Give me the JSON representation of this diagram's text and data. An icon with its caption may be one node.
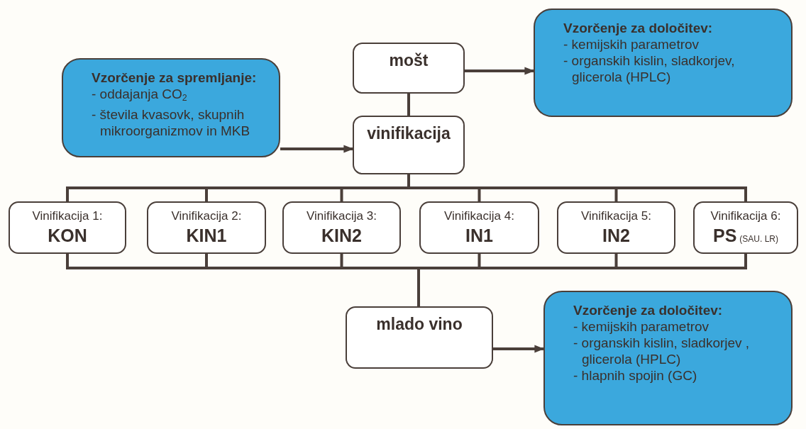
{
  "diagram": {
    "nodes": [
      {
        "text": [
          "mošt"
        ]
      },
      {
        "text": [
          "Vzorčenje za določitev:",
          "- kemijskih parametrov",
          "- organskih kislin, sladkorjev, glicerola (HPLC)"
        ]
      },
      {
        "text": [
          "Vzorčenje za spremljanje:",
          "- oddajanja CO$_{2}$",
          "- števila kvasovk, skupnih mikroorganizmov in MKB"
        ]
      },
      {
        "text": [
          "vinifikacija"
        ]
      },
      {
        "text": [
          "Vinifikacija 1:",
          "KON"
        ]
      },
      {
        "text": [
          "Vinifikacija 2:",
          "KIN1"
        ]
      },
      {
        "text": [
          "Vinifikacija 3:",
          "KIN2"
        ]
      },
      {
        "text": [
          "Vinifikacija 4:",
          "IN1"
        ]
      },
      {
        "text": [
          "Vinifikacija 5:",
          "IN2"
        ]
      },
      {
        "text": [
          "Vinifikacija 6:",
          "PS",
          "(SAU. LR)"
        ]
      },
      {
        "text": [
          "mlado vino"
        ]
      },
      {
        "text": [
          "Vzorčenje za določitev:",
          "- kemijskih parametrov",
          "- organskih kislin, sladkorjev , glicerola (HPLC)",
          "- hlapnih spojin (GC)"
        ]
      }
    ],
    "edges": [
      {
        "from": 0,
        "to": 1,
        "arrow": "to"
      },
      {
        "from": 0,
        "to": 3,
        "arrow": "none"
      },
      {
        "from": 2,
        "to": 3,
        "arrow": "to"
      },
      {
        "from": 3,
        "to": 4,
        "arrow": "none"
      },
      {
        "from": 3,
        "to": 5,
        "arrow": "none"
      },
      {
        "from": 3,
        "to": 6,
        "arrow": "none"
      },
      {
        "from": 3,
        "to": 7,
        "arrow": "none"
      },
      {
        "from": 3,
        "to": 8,
        "arrow": "none"
      },
      {
        "from": 3,
        "to": 9,
        "arrow": "none"
      },
      {
        "from": 4,
        "to": 10,
        "arrow": "none"
      },
      {
        "from": 5,
        "to": 10,
        "arrow": "none"
      },
      {
        "from": 6,
        "to": 10,
        "arrow": "none"
      },
      {
        "from": 7,
        "to": 10,
        "arrow": "none"
      },
      {
        "from": 8,
        "to": 10,
        "arrow": "none"
      },
      {
        "from": 9,
        "to": 10,
        "arrow": "none"
      },
      {
        "from": 10,
        "to": 11,
        "arrow": "to"
      }
    ]
  }
}
